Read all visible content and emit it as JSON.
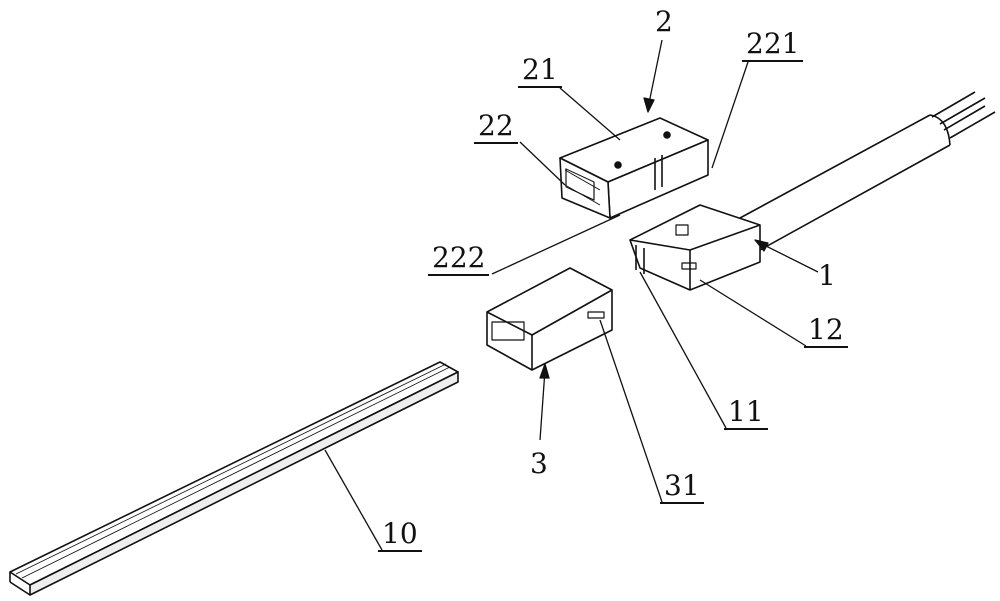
{
  "labels": {
    "cover": "2",
    "cover_top": "21",
    "cover_slot": "221",
    "cover_side": "22",
    "cover_inner": "222",
    "plug": "1",
    "plug_latch": "12",
    "plug_pins": "11",
    "socket": "3",
    "socket_catch": "31",
    "light_strip": "10"
  }
}
